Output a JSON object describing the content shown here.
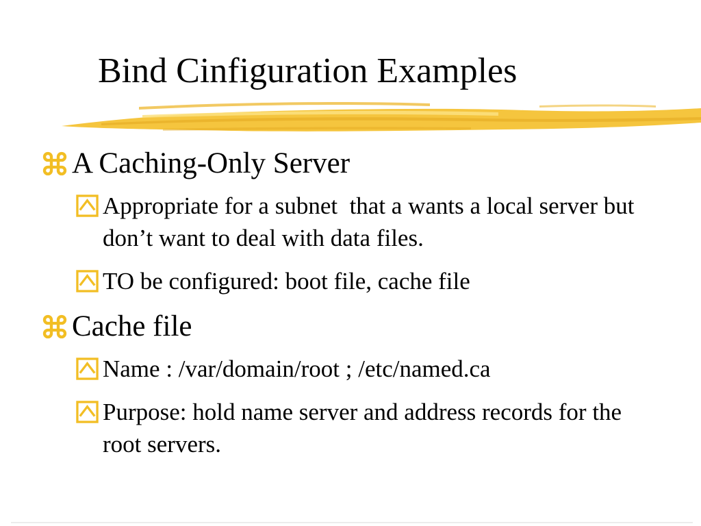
{
  "slide": {
    "title": "Bind Cinfiguration Examples",
    "sections": [
      {
        "heading": "A Caching-Only Server",
        "items": [
          "Appropriate for a subnet  that a wants a local server but don’t want to deal with data files.",
          "TO be configured: boot file, cache file"
        ]
      },
      {
        "heading": "Cache file",
        "items": [
          "Name : /var/domain/root ; /etc/named.ca",
          "Purpose: hold name server and address records for the root servers."
        ]
      }
    ],
    "icons": {
      "level1_bullet": "command-icon",
      "level2_bullet": "box-caret-icon"
    },
    "colors": {
      "background": "#FFFFFF",
      "text": "#000000",
      "bullet_gold": "#F2BE24",
      "brush_main": "#F5C53E",
      "brush_dark": "#E2A51C",
      "brush_light": "#FCE180",
      "footer_line": "#ECECEC"
    }
  }
}
